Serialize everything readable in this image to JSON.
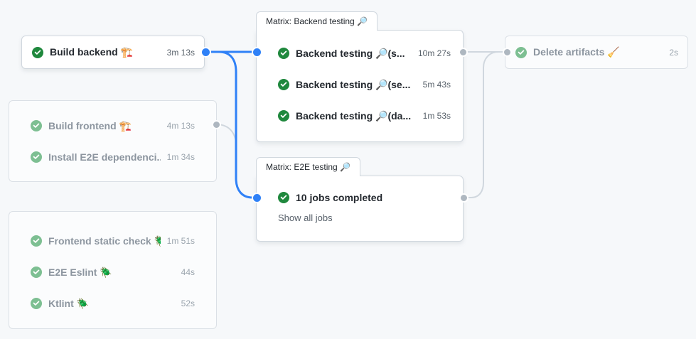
{
  "graph": {
    "colors": {
      "background": "#f6f8fa",
      "edge_blue": "#2f81f7",
      "edge_gray": "#d0d7de",
      "check_green": "#1f883d",
      "check_green_faded": "#7dbf92"
    },
    "build_backend": {
      "label": "Build backend 🏗️",
      "duration": "3m 13s"
    },
    "frontend_group": {
      "jobs": [
        {
          "label": "Build frontend 🏗️",
          "duration": "4m 13s"
        },
        {
          "label": "Install E2E dependenci...",
          "duration": "1m 34s"
        }
      ]
    },
    "lint_group": {
      "jobs": [
        {
          "label": "Frontend static check 🪲",
          "duration": "1m 51s"
        },
        {
          "label": "E2E Eslint 🪲",
          "duration": "44s"
        },
        {
          "label": "Ktlint 🪲",
          "duration": "52s"
        }
      ]
    },
    "matrix_backend": {
      "title": "Matrix: Backend testing 🔎",
      "jobs": [
        {
          "label": "Backend testing 🔎(s...",
          "duration": "10m 27s"
        },
        {
          "label": "Backend testing 🔎(se...",
          "duration": "5m 43s"
        },
        {
          "label": "Backend testing 🔎(da...",
          "duration": "1m 53s"
        }
      ]
    },
    "matrix_e2e": {
      "title": "Matrix: E2E testing 🔎",
      "summary": "10 jobs completed",
      "link": "Show all jobs"
    },
    "delete_artifacts": {
      "label": "Delete artifacts 🧹",
      "duration": "2s"
    }
  }
}
